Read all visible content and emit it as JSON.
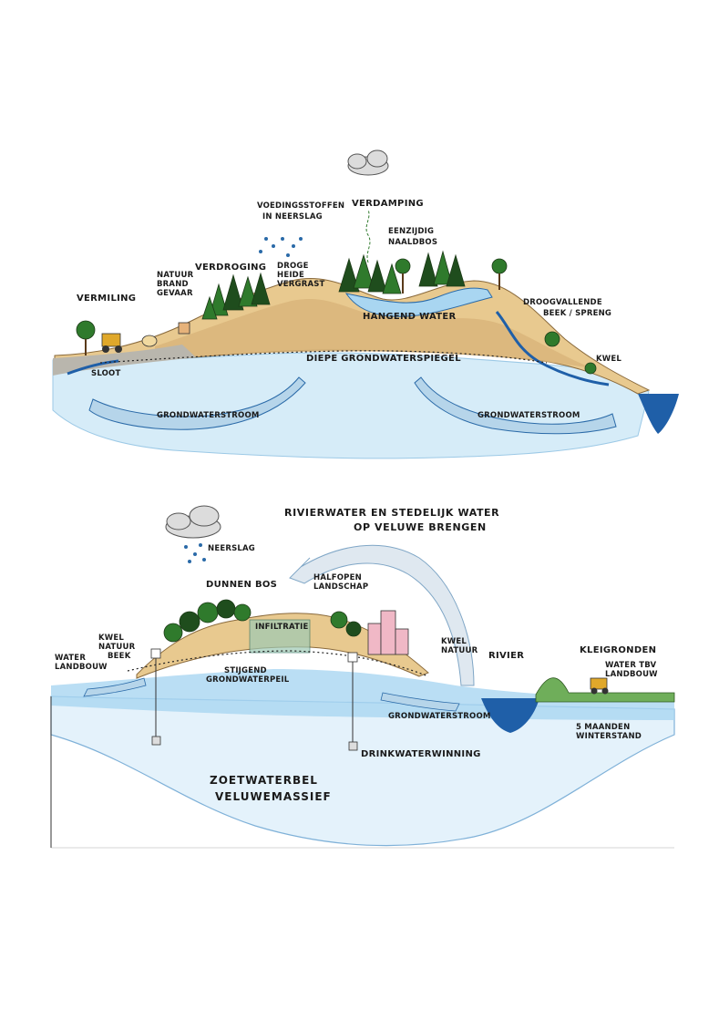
{
  "colors": {
    "water_light": "#cfe9f7",
    "water_mid": "#a9d6f1",
    "water_dark": "#1f5fa8",
    "sand": "#e8c98f",
    "sand_dark": "#c8a06a",
    "clay_grey": "#b9b6ad",
    "tree_green": "#2f7a2c",
    "tree_dark": "#1f4d1d",
    "arrow_blue": "#b6d5ea",
    "city_pink": "#f0b8c6"
  },
  "top": {
    "labels": {
      "verdamping": "VERDAMPING",
      "voedingsstoffen": [
        "VOEDINGSSTOFFEN",
        "IN NEERSLAG"
      ],
      "eenzijdig": [
        "EENZIJDIG",
        "NAALDBOS"
      ],
      "verdroging": "VERDROGING",
      "natuur_brand": [
        "NATUUR",
        "BRAND",
        "GEVAAR"
      ],
      "droge_heide": [
        "DROGE",
        "HEIDE",
        "VERGRAST"
      ],
      "vermilling": "VERMILING",
      "hangend_water": "HANGEND WATER",
      "droogvallende": [
        "DROOGVALLENDE",
        "BEEK / SPRENG"
      ],
      "diepe": "DIEPE GRONDWATERSPIEGEL",
      "kwel": "KWEL",
      "sloot": "SLOOT",
      "grondwaterstroom_left": "GRONDWATERSTROOM",
      "grondwaterstroom_right": "GRONDWATERSTROOM"
    }
  },
  "bottom": {
    "labels": {
      "title": [
        "RIVIERWATER EN STEDELIJK WATER",
        "OP VELUWE BRENGEN"
      ],
      "neerslag": "NEERSLAG",
      "dunnen_bos": "DUNNEN BOS",
      "halfopen": [
        "HALFOPEN",
        "LANDSCHAP"
      ],
      "infiltratie": "INFILTRATIE",
      "kwel_natuur_beek": [
        "KWEL",
        "NATUUR",
        "BEEK"
      ],
      "water_landbouw": [
        "WATER",
        "LANDBOUW"
      ],
      "stijgend": [
        "STIJGEND",
        "GRONDWATERPEIL"
      ],
      "kwel_natuur": [
        "KWEL",
        "NATUUR"
      ],
      "rivier": "RIVIER",
      "kleigronden": "KLEIGRONDEN",
      "water_tbv": [
        "WATER TBV",
        "LANDBOUW"
      ],
      "grondwaterstroom": "GRONDWATERSTROOM",
      "winterstand": [
        "5 MAANDEN",
        "WINTERSTAND"
      ],
      "drinkwater": "DRINKWATERWINNING",
      "zoetwaterbel": [
        "ZOETWATERBEL",
        "VELUWEMASSIEF"
      ]
    }
  }
}
